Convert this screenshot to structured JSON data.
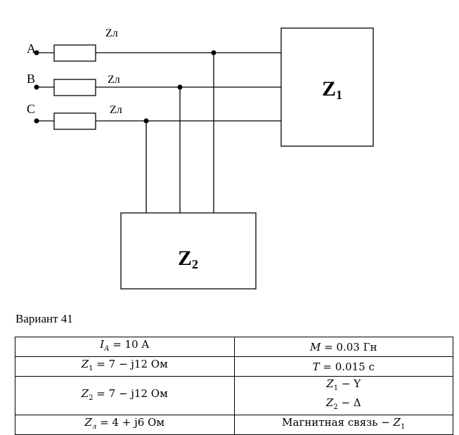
{
  "circuit": {
    "terminals": [
      "A",
      "B",
      "C"
    ],
    "line_impedance_label": "Zл",
    "load1": {
      "symbol": "Z",
      "subscript": "1"
    },
    "load2": {
      "symbol": "Z",
      "subscript": "2"
    }
  },
  "variant_title": "Вариант 41",
  "table": {
    "rows": [
      {
        "left": {
          "sym": "I",
          "sub": "A",
          "rest": " = 10 A"
        },
        "right": {
          "sym": "M",
          "sub": "",
          "rest": " = 0.03 Гн"
        }
      },
      {
        "left": {
          "sym": "Z",
          "sub": "1",
          "rest": " = 7 − j12 Ом"
        },
        "right": {
          "sym": "T",
          "sub": "",
          "rest": " = 0.015 с"
        }
      },
      {
        "left": {
          "sym": "Z",
          "sub": "2",
          "rest": " = 7 − j12 Ом"
        },
        "right_lines": [
          {
            "sym": "Z",
            "sub": "1",
            "rest": " − Y"
          },
          {
            "sym": "Z",
            "sub": "2",
            "rest": " − Δ"
          }
        ]
      },
      {
        "left": {
          "sym": "Z",
          "sub": "л",
          "rest": " = 4 + j6 Ом"
        },
        "right": {
          "prefix": "Магнитная связь − ",
          "sym": "Z",
          "sub": "1",
          "rest": ""
        }
      }
    ]
  }
}
